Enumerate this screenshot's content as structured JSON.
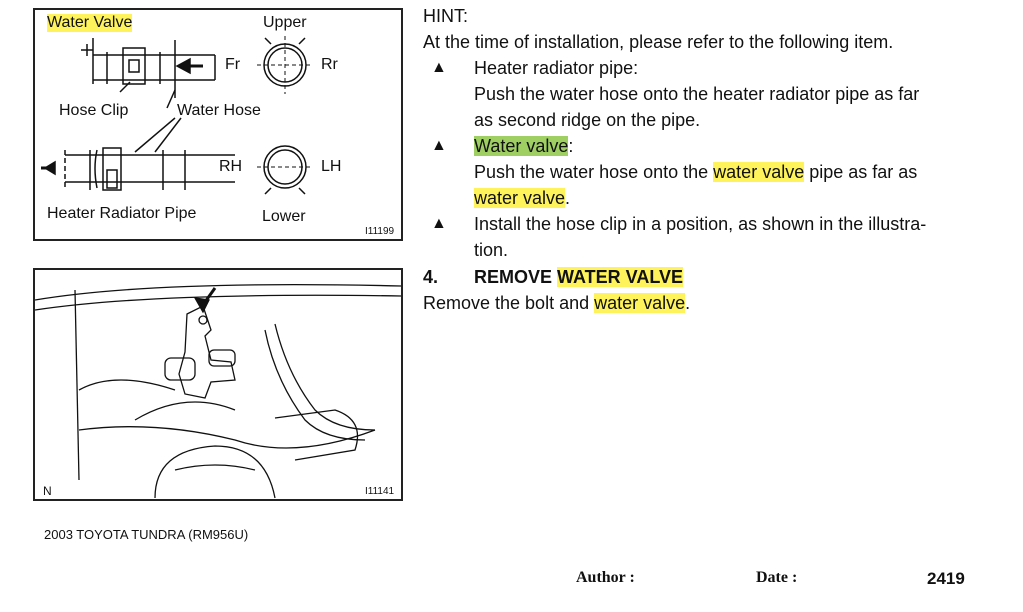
{
  "figure_top": {
    "labels": {
      "water_valve": "Water Valve",
      "upper": "Upper",
      "fr": "Fr",
      "rr": "Rr",
      "hose_clip": "Hose Clip",
      "water_hose": "Water Hose",
      "rh": "RH",
      "lh": "LH",
      "heater_radiator_pipe": "Heater Radiator Pipe",
      "lower": "Lower",
      "id": "I11199"
    }
  },
  "figure_bottom": {
    "labels": {
      "n": "N",
      "id": "I11141"
    }
  },
  "hint": {
    "heading": "HINT:",
    "intro": "At the time of installation, please refer to the following item.",
    "bullet_symbol": "▲",
    "items": [
      {
        "title": "Heater radiator pipe:",
        "line1": "Push the water hose onto the heater radiator pipe as far",
        "line2": "as second ridge on the pipe."
      },
      {
        "title_hl": "Water valve",
        "title_rest": ":",
        "line1_pre": "Push the water hose onto the ",
        "line1_hl": "water valve",
        "line1_post": " pipe as far as",
        "line2_hl": "water valve",
        "line2_post": "."
      },
      {
        "line1": "Install the hose clip in a position, as shown in the illustra-",
        "line2": "tion."
      }
    ]
  },
  "step": {
    "number": "4.",
    "title_pre": "REMOVE ",
    "title_hl": "WATER VALVE",
    "body_pre": "Remove the bolt and ",
    "body_hl": "water valve",
    "body_post": "."
  },
  "caption": "2003 TOYOTA TUNDRA   (RM956U)",
  "footer": {
    "author": "Author :",
    "date": "Date :",
    "page": "2419"
  },
  "colors": {
    "highlight_yellow": "#fff35c",
    "highlight_green": "#9fce63"
  }
}
